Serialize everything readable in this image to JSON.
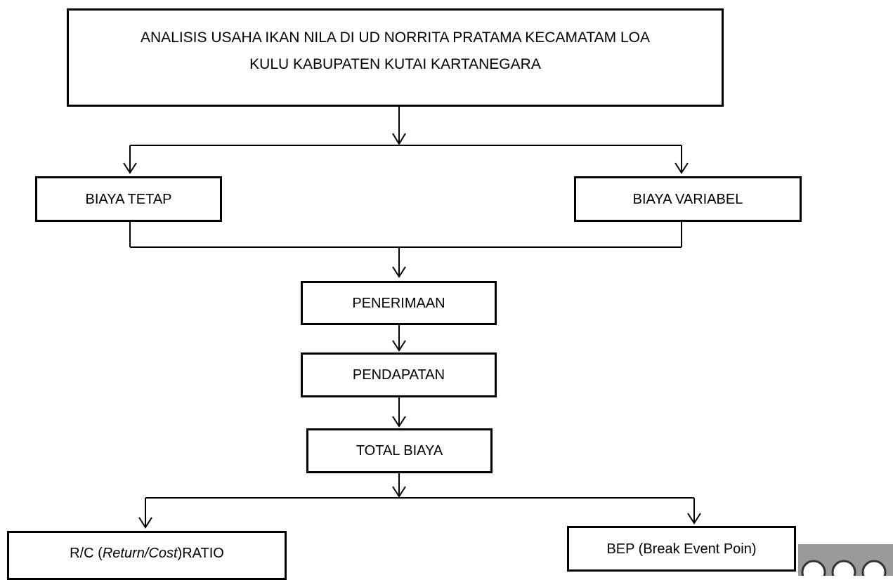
{
  "title": {
    "line1": "ANALISIS USAHA IKAN NILA DI UD NORRITA PRATAMA KECAMATAM LOA",
    "line2": "KULU KABUPATEN KUTAI KARTANEGARA"
  },
  "nodes": {
    "fixed_cost": "BIAYA TETAP",
    "variable_cost": "BIAYA VARIABEL",
    "revenue": "PENERIMAAN",
    "income": "PENDAPATAN",
    "total_cost": "TOTAL BIAYA",
    "rc_ratio": {
      "prefix": "R/C (",
      "italic": "Return/Cost",
      "suffix": ")RATIO"
    },
    "bep": "BEP (Break Event Poin)"
  },
  "colors": {
    "line": "#000000",
    "background": "#ffffff"
  }
}
